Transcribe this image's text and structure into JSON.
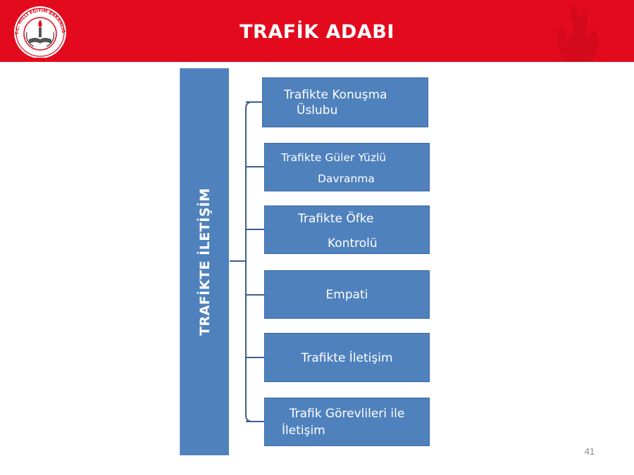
{
  "header": {
    "title": "TRAFİK ADABI",
    "background_color": "#e30a1e",
    "logo_icon": "meb-emblem-icon",
    "logo_text": "T.C. MİLLİ EĞİTİM BAKANLIĞI",
    "decoration_icon": "flame-icon"
  },
  "diagram": {
    "root_label": "TRAFİKTE İLETİŞİM",
    "box_color": "#4f81bd",
    "connector_color": "#3b5f8f",
    "branches": [
      {
        "lines": [
          "Trafikte Konuşma",
          "Üslubu"
        ]
      },
      {
        "lines": [
          "Trafikte Güler Yüzlü",
          "Davranma"
        ]
      },
      {
        "lines": [
          "Trafikte Öfke",
          "Kontrolü"
        ]
      },
      {
        "lines": [
          "Empati"
        ]
      },
      {
        "lines": [
          "Trafikte İletişim"
        ]
      },
      {
        "lines": [
          "Trafik Görevlileri ile",
          "İletişim"
        ]
      }
    ]
  },
  "footer": {
    "page_number": "41"
  }
}
